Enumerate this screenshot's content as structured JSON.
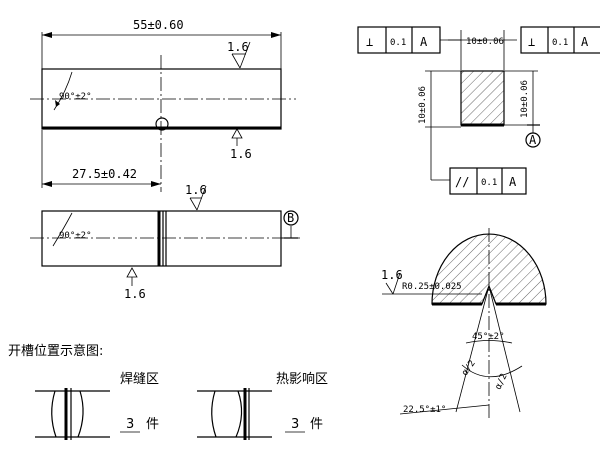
{
  "dims": {
    "overall_length": "55±0.60",
    "half_length": "27.5±0.42",
    "bevel_top": "90°±2°",
    "bevel_bottom": "90°±2°",
    "cross_width": "10±0.06",
    "cross_height_left": "10±0.06",
    "cross_height_right": "10±0.06",
    "root_radius": "R0.25±0.025",
    "notch_angle": "45°±2°",
    "half_angle": "22.5°±1°"
  },
  "roughness": {
    "top_face": "1.6",
    "bottom_face": "1.6",
    "side_face": "1.6",
    "front_bottom": "1.6",
    "notch_root": "1.6"
  },
  "tolerance_frames": {
    "perp_left": {
      "symbol": "⊥",
      "value": "0.1",
      "datum": "A"
    },
    "perp_right": {
      "symbol": "⊥",
      "value": "0.1",
      "datum": "A"
    },
    "parallel": {
      "symbol": "//",
      "value": "0.1",
      "datum": "A"
    }
  },
  "datums": {
    "bar_datum": "B",
    "section_datum": "A"
  },
  "notch_marks": {
    "left": "α/2",
    "right": "α/2"
  },
  "legend": {
    "title": "开槽位置示意图:",
    "weld_zone": "焊缝区",
    "haz_zone": "热影响区",
    "weld_count": "3",
    "haz_count": "3",
    "unit": "件"
  }
}
